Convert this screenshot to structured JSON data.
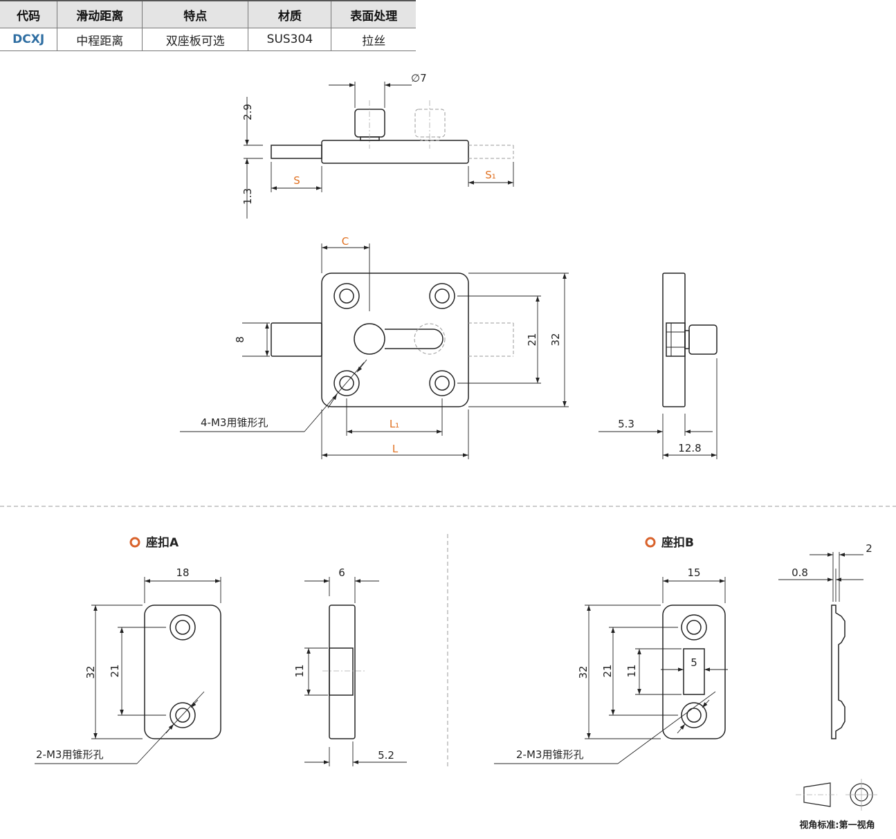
{
  "spec_table": {
    "headers": [
      "代码",
      "滑动距离",
      "特点",
      "材质",
      "表面处理"
    ],
    "row": [
      "DCXJ",
      "中程距离",
      "双座板可选",
      "SUS304",
      "拉丝"
    ]
  },
  "colors": {
    "code_text": "#2f6ea2",
    "variable_dim": "#e07020",
    "section_marker": "#d9622b",
    "table_header_bg": "#e4e4e4",
    "line": "#222222",
    "hidden_line": "#9a9a9a"
  },
  "main_drawing": {
    "dim_pin_diameter": "∅7",
    "dim_pin_height": "2.9",
    "dim_plate_thickness": "1.3",
    "dim_stroke": "S",
    "dim_stroke_1": "S₁",
    "dim_c": "C",
    "dim_bolt_width": "8",
    "dim_hole_pitch": "21",
    "dim_height": "32",
    "dim_length_1": "L₁",
    "dim_length": "L",
    "hole_note": "4-M3用锥形孔",
    "dim_side_depth": "5.3",
    "dim_side_total": "12.8"
  },
  "seat_a": {
    "title": "座扣A",
    "dim_width": "18",
    "dim_height": "32",
    "dim_hole_pitch": "21",
    "hole_note": "2-M3用锥形孔",
    "dim_side_width": "6",
    "dim_slot": "11",
    "dim_side_depth": "5.2"
  },
  "seat_b": {
    "title": "座扣B",
    "dim_width": "15",
    "dim_height": "32",
    "dim_hole_pitch": "21",
    "dim_slot": "11",
    "dim_slot_width": "5",
    "hole_note": "2-M3用锥形孔",
    "dim_sheet": "0.8",
    "dim_offset": "2"
  },
  "projection_note": "视角标准:第一视角"
}
